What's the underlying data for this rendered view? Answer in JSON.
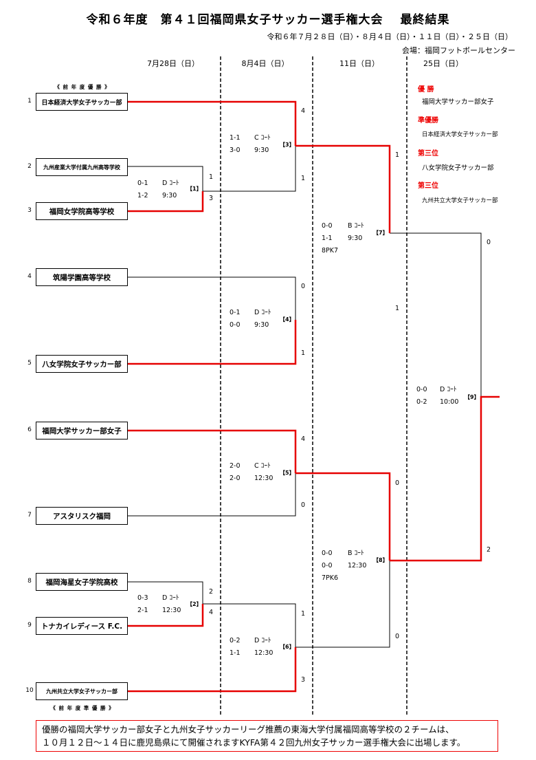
{
  "title": "令和６年度　第４１回福岡県女子サッカー選手権大会　 最終結果",
  "dates": "令和６年７月２８日（日）・８月４日（日）・１１日（日）・２５日（日）",
  "venue": "会場：福岡フットボールセンター",
  "rounds": [
    "7月28日（日）",
    "8月4日（日）",
    "11日（日）",
    "25日（日）"
  ],
  "notes": {
    "prev_winner": "《 前 年 度 優 勝 》",
    "prev_runnerup": "《 前 年 度 準 優 勝 》"
  },
  "teams": [
    {
      "seed": "1",
      "name": "日本経済大学女子サッカー部"
    },
    {
      "seed": "2",
      "name": "九州産業大学付属九州高等学校"
    },
    {
      "seed": "3",
      "name": "福岡女学院高等学校"
    },
    {
      "seed": "4",
      "name": "筑陽学園高等学校"
    },
    {
      "seed": "5",
      "name": "八女学院女子サッカー部"
    },
    {
      "seed": "6",
      "name": "福岡大学サッカー部女子"
    },
    {
      "seed": "7",
      "name": "アスタリスク福岡"
    },
    {
      "seed": "8",
      "name": "福岡海星女子学院高校"
    },
    {
      "seed": "9",
      "name": "トナカイレディース F.C."
    },
    {
      "seed": "10",
      "name": "九州共立大学女子サッカー部"
    }
  ],
  "matches": [
    {
      "no": "【1】",
      "h1": "0-1",
      "h2": "1-2",
      "pk": "",
      "court": "D ｺｰﾄ",
      "time": "9:30",
      "top": "1",
      "bottom": "3"
    },
    {
      "no": "【2】",
      "h1": "0-3",
      "h2": "2-1",
      "pk": "",
      "court": "D ｺｰﾄ",
      "time": "12:30",
      "top": "2",
      "bottom": "4"
    },
    {
      "no": "【3】",
      "h1": "1-1",
      "h2": "3-0",
      "pk": "",
      "court": "C ｺｰﾄ",
      "time": "9:30",
      "top": "4",
      "bottom": "1"
    },
    {
      "no": "【4】",
      "h1": "0-1",
      "h2": "0-0",
      "pk": "",
      "court": "D ｺｰﾄ",
      "time": "9:30",
      "top": "0",
      "bottom": "1"
    },
    {
      "no": "【5】",
      "h1": "2-0",
      "h2": "2-0",
      "pk": "",
      "court": "C ｺｰﾄ",
      "time": "12:30",
      "top": "4",
      "bottom": "0"
    },
    {
      "no": "【6】",
      "h1": "0-2",
      "h2": "1-1",
      "pk": "",
      "court": "D ｺｰﾄ",
      "time": "12:30",
      "top": "1",
      "bottom": "3"
    },
    {
      "no": "【7】",
      "h1": "0-0",
      "h2": "1-1",
      "pk": "8PK7",
      "court": "B ｺｰﾄ",
      "time": "9:30",
      "top": "1",
      "bottom": "1"
    },
    {
      "no": "【8】",
      "h1": "0-0",
      "h2": "0-0",
      "pk": "7PK6",
      "court": "B ｺｰﾄ",
      "time": "12:30",
      "top": "0",
      "bottom": "0"
    },
    {
      "no": "【9】",
      "h1": "0-0",
      "h2": "0-2",
      "pk": "",
      "court": "D ｺｰﾄ",
      "time": "10:00",
      "top": "0",
      "bottom": "2"
    }
  ],
  "results": [
    {
      "label": "優 勝",
      "team": "福岡大学サッカー部女子"
    },
    {
      "label": "準優勝",
      "team": "日本経済大学女子サッカー部"
    },
    {
      "label": "第三位",
      "team": "八女学院女子サッカー部"
    },
    {
      "label": "第三位",
      "team": "九州共立大学女子サッカー部"
    }
  ],
  "footer": {
    "line1": "優勝の福岡大学サッカー部女子と九州女子サッカーリーグ推薦の東海大学付属福岡高等学校の２チームは、",
    "line2": "１０月１２日～１４日に鹿児島県にて開催されますKYFA第４２回九州女子サッカー選手権大会に出場します。"
  },
  "colors": {
    "winner_line": "#e60000",
    "result_label": "#e60000",
    "footer_border": "#e60000"
  }
}
